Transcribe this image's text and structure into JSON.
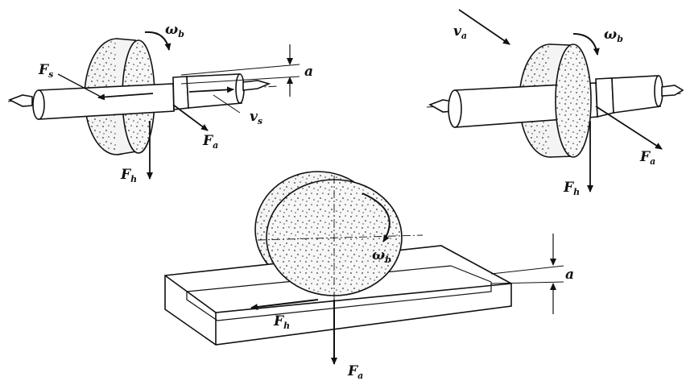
{
  "labels": {
    "left_omega": "ω",
    "left_omega_sub": "b",
    "left_Fs": "F",
    "left_Fs_sub": "s",
    "left_a": "a",
    "left_vs": "v",
    "left_vs_sub": "s",
    "left_Fa": "F",
    "left_Fa_sub": "a",
    "left_Fh": "F",
    "left_Fh_sub": "h",
    "right_va": "v",
    "right_va_sub": "a",
    "right_omega": "ω",
    "right_omega_sub": "b",
    "right_Fa": "F",
    "right_Fa_sub": "a",
    "right_Fh": "F",
    "right_Fh_sub": "h",
    "bottom_omega": "ω",
    "bottom_omega_sub": "b",
    "bottom_a": "a",
    "bottom_Fh": "F",
    "bottom_Fh_sub": "h",
    "bottom_Fa": "F",
    "bottom_Fa_sub": "a"
  },
  "colors": {
    "ink": "#111111",
    "wheel_fill": "#f4f4f4",
    "dots": "#333333"
  }
}
